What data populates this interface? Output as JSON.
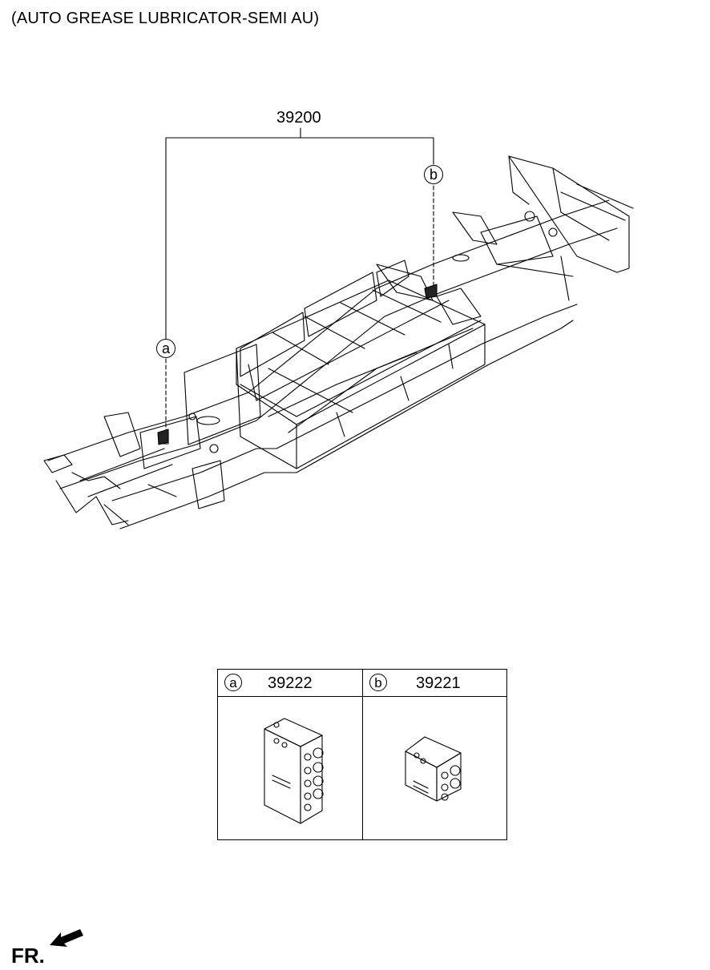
{
  "title": "(AUTO GREASE LUBRICATOR-SEMI AU)",
  "assembly_part_no": "39200",
  "callouts": {
    "a": "a",
    "b": "b"
  },
  "legend": {
    "a": {
      "letter": "a",
      "part_no": "39222"
    },
    "b": {
      "letter": "b",
      "part_no": "39221"
    }
  },
  "front_label": "FR.",
  "icons": [
    "frame-chassis-drawing",
    "lubricator-block-large",
    "lubricator-block-small",
    "front-arrow-icon"
  ]
}
